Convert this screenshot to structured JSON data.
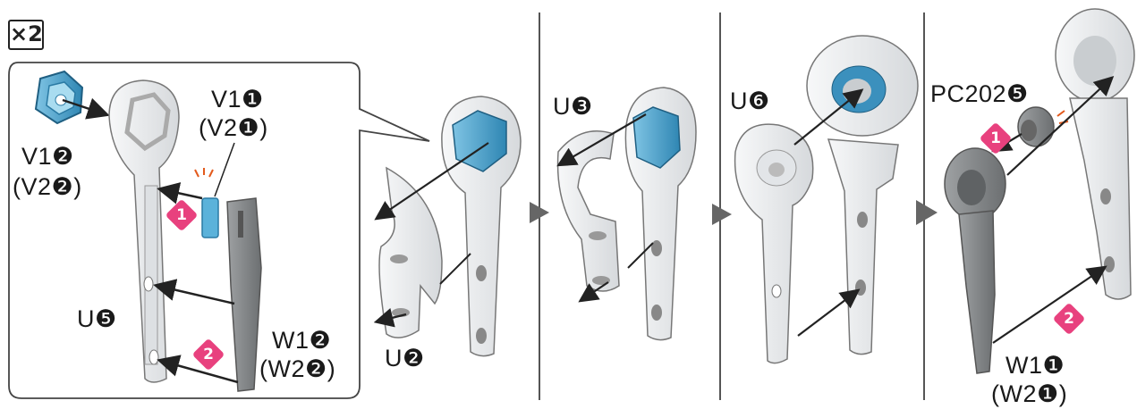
{
  "multiplier": "×2",
  "callout": {
    "part_hex": "V1❷",
    "part_hex_alt": "(V2❷)",
    "part_clip": "V1❶",
    "part_clip_alt": "(V2❶)",
    "part_frame": "U❺",
    "part_bar": "W1❷",
    "part_bar_alt": "(W2❷)",
    "step1": "1",
    "step2": "2"
  },
  "panel1": {
    "part_label": "U❷"
  },
  "panel2": {
    "part_label": "U❸"
  },
  "panel3": {
    "part_label": "U❻"
  },
  "panel4": {
    "part_label": "PC202❺",
    "bar_label": "W1❶",
    "bar_label_alt": "(W2❶)",
    "step1": "1",
    "step2": "2"
  },
  "colors": {
    "step_badge": "#e8417e",
    "crystal": "#4aa6cf",
    "plastic_white": "#eef0f2",
    "plastic_gray": "#8a8d8f"
  }
}
